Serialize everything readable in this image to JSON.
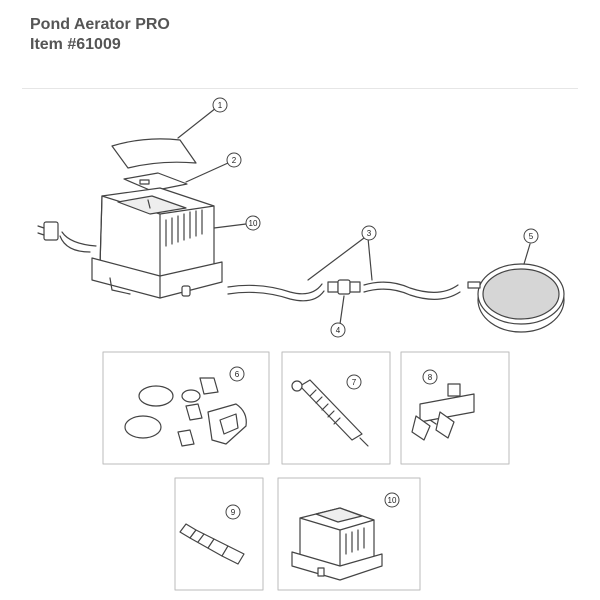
{
  "header": {
    "title": "Pond Aerator PRO",
    "item": "Item #61009"
  },
  "callouts": {
    "c1": "1",
    "c2": "2",
    "c3": "3",
    "c4": "4",
    "c5": "5",
    "c6": "6",
    "c7": "7",
    "c8": "8",
    "c9": "9",
    "c10a": "10",
    "c10b": "10"
  },
  "colors": {
    "line": "#444444",
    "panel_border": "#bbbbbb",
    "stone_fill": "#d6d6d6"
  }
}
